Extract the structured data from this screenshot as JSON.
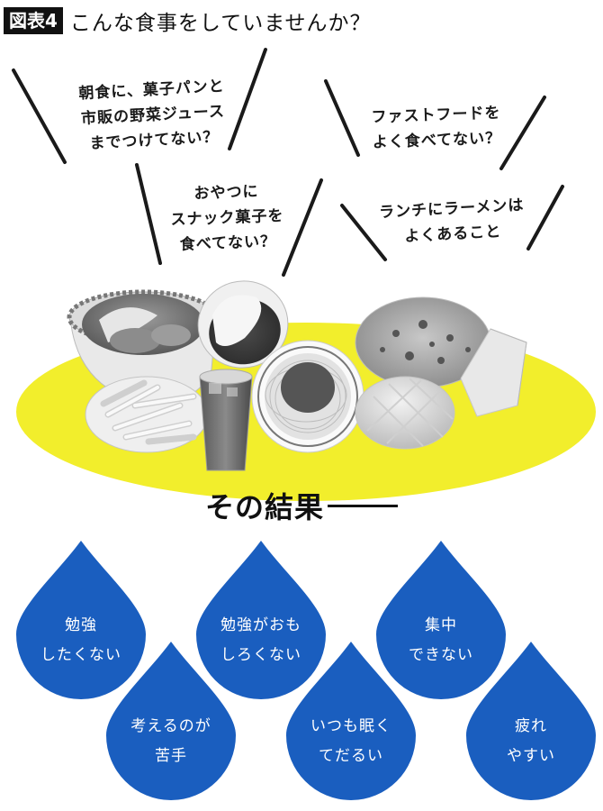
{
  "header": {
    "figure_badge": "図表4",
    "title": "こんな食事をしていませんか？"
  },
  "questions": [
    {
      "lines": [
        "朝食に、菓子パンと",
        "市販の野菜ジュース",
        "までつけてない？"
      ]
    },
    {
      "lines": [
        "ファストフードを",
        "よく食べてない？"
      ]
    },
    {
      "lines": [
        "おやつに",
        "スナック菓子を",
        "食べてない？"
      ]
    },
    {
      "lines": [
        "ランチにラーメンは",
        "よくあること"
      ]
    }
  ],
  "foods": {
    "icons": [
      "ramen-bowl-icon",
      "curry-rice-icon",
      "french-fries-icon",
      "cola-glass-icon",
      "spaghetti-meat-sauce-icon",
      "pizza-icon",
      "melon-pan-icon",
      "sandwich-icon"
    ]
  },
  "result": {
    "label": "その結果"
  },
  "effects": [
    {
      "lines": [
        "勉強",
        "したくない"
      ]
    },
    {
      "lines": [
        "考えるのが",
        "苦手"
      ]
    },
    {
      "lines": [
        "勉強がおも",
        "しろくない"
      ]
    },
    {
      "lines": [
        "いつも眠く",
        "てだるい"
      ]
    },
    {
      "lines": [
        "集中",
        "できない"
      ]
    },
    {
      "lines": [
        "疲れ",
        "やすい"
      ]
    }
  ],
  "colors": {
    "yellow": "#F2EE2C",
    "drop_blue": "#1A5EBF",
    "badge_black": "#111111"
  }
}
